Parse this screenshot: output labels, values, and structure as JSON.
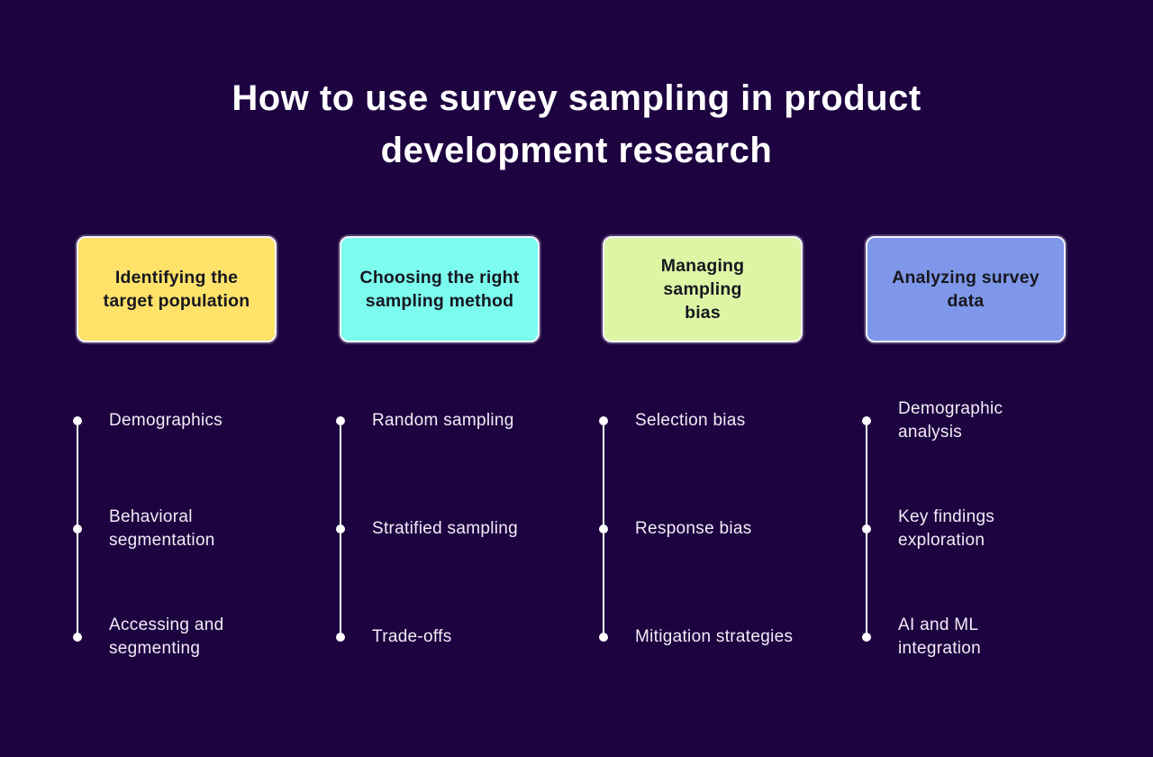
{
  "title": "How to use survey sampling in product development research",
  "colors": {
    "background": "#1d0340",
    "title_text": "#ffffff",
    "item_text": "#f2ecf7",
    "card_text": "#17171f",
    "card_border": "#f4f2ff",
    "timeline": "#ffffff"
  },
  "columns": [
    {
      "card": {
        "label": "Identifying the target population",
        "bg": "#ffe26a"
      },
      "items": [
        "Demographics",
        "Behavioral segmentation",
        "Accessing and segmenting"
      ]
    },
    {
      "card": {
        "label": "Choosing the right sampling method",
        "bg": "#7bfcef"
      },
      "items": [
        "Random sampling",
        "Stratified sampling",
        "Trade-offs"
      ]
    },
    {
      "card": {
        "label": "Managing sampling bias",
        "bg": "#ddf6a6"
      },
      "items": [
        "Selection bias",
        "Response bias",
        "Mitigation strategies"
      ]
    },
    {
      "card": {
        "label": "Analyzing survey data",
        "bg": "#7e97e8"
      },
      "items": [
        "Demographic analysis",
        "Key findings exploration",
        "AI and ML integration"
      ]
    }
  ]
}
